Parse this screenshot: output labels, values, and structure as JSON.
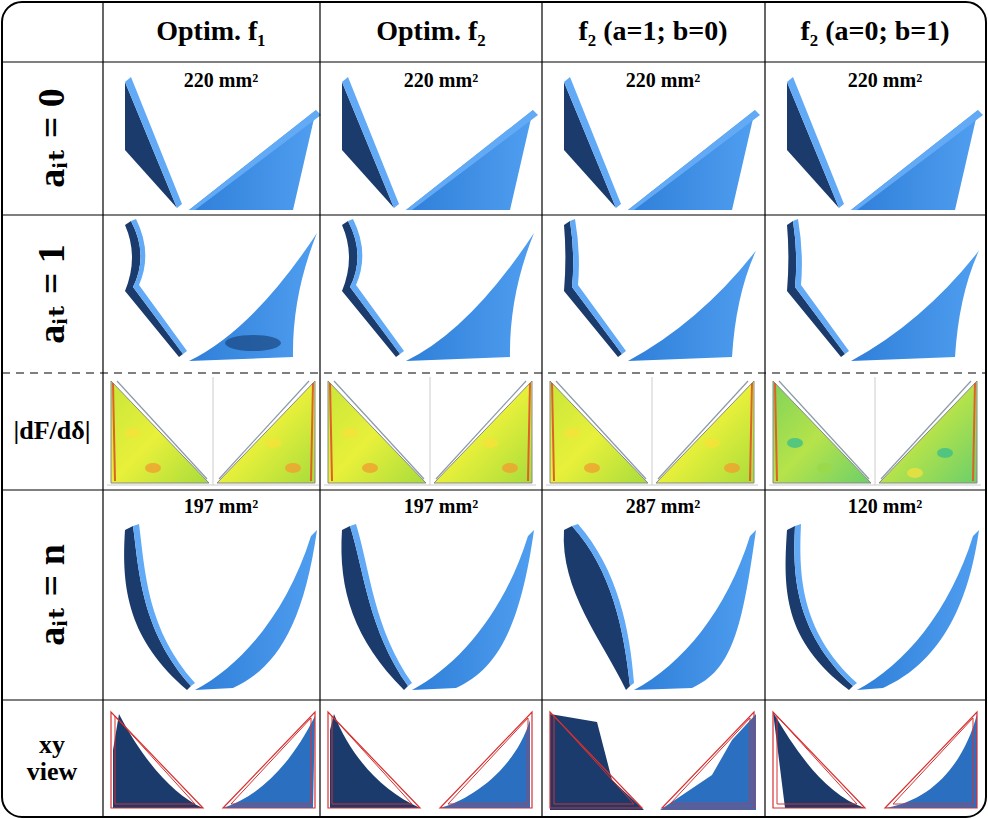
{
  "diagram": {
    "labels": [
      "Optim. f₁",
      "Optim. f₂",
      "f₂ (a=1; b=0)",
      "f₂ (a=0; b=1)",
      "aᵢₜ = 0",
      "220 mm²",
      "220 mm²",
      "220 mm²",
      "220 mm²",
      "aᵢₜ = 1",
      "|dF/dδ|",
      "aᵢₜ = n",
      "197 mm²",
      "197 mm²",
      "287 mm²",
      "120 mm²",
      "xy view"
    ]
  }
}
